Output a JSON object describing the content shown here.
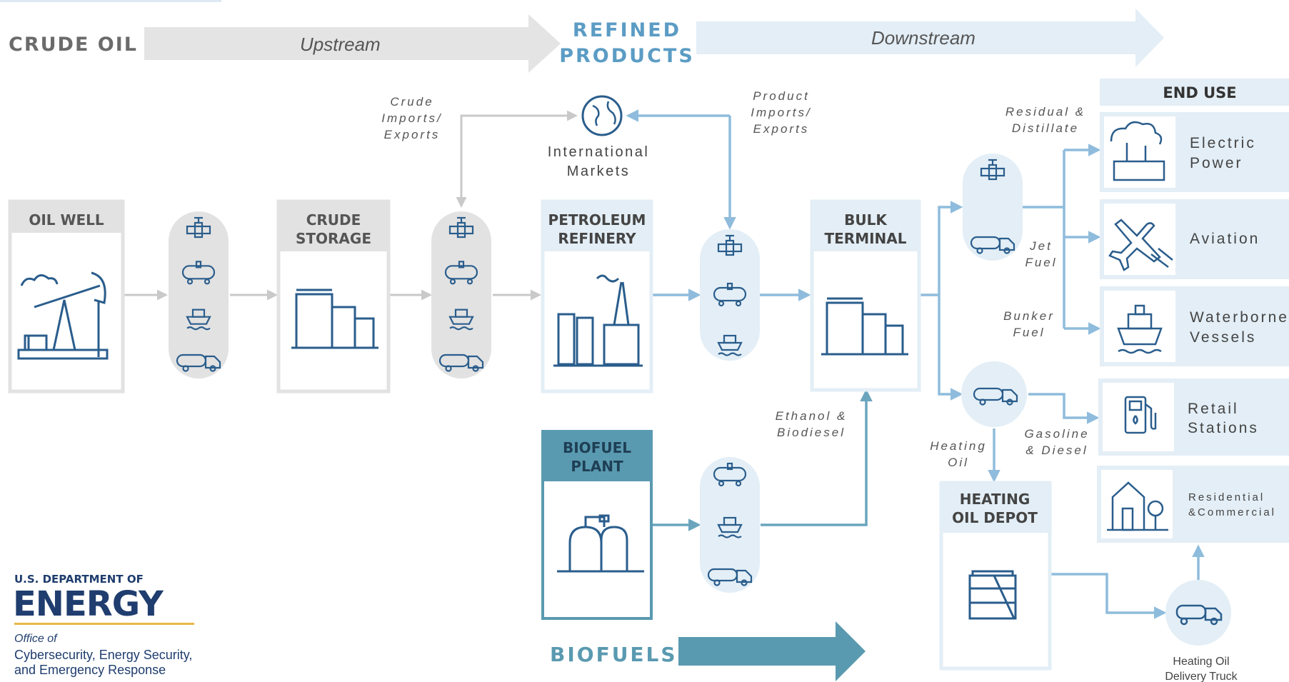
{
  "banner": {
    "crude_oil": "CRUDE OIL",
    "upstream": "Upstream",
    "refined_line1": "REFINED",
    "refined_line2": "PRODUCTS",
    "downstream": "Downstream",
    "biofuels": "BIOFUELS"
  },
  "nodes": {
    "oil_well": "OIL WELL",
    "crude_storage_1": "CRUDE",
    "crude_storage_2": "STORAGE",
    "refinery_1": "PETROLEUM",
    "refinery_2": "REFINERY",
    "bulk_1": "BULK",
    "bulk_2": "TERMINAL",
    "biofuel_1": "BIOFUEL",
    "biofuel_2": "PLANT",
    "heating_depot_1": "HEATING",
    "heating_depot_2": "OIL DEPOT",
    "intl_1": "International",
    "intl_2": "Markets",
    "delivery_truck_1": "Heating Oil",
    "delivery_truck_2": "Delivery Truck"
  },
  "flow_labels": {
    "crude_ie_1": "Crude",
    "crude_ie_2": "Imports/",
    "crude_ie_3": "Exports",
    "product_ie_1": "Product",
    "product_ie_2": "Imports/",
    "product_ie_3": "Exports",
    "residual_1": "Residual &",
    "residual_2": "Distillate",
    "jet_1": "Jet",
    "jet_2": "Fuel",
    "bunker_1": "Bunker",
    "bunker_2": "Fuel",
    "ethanol_1": "Ethanol &",
    "ethanol_2": "Biodiesel",
    "heating_1": "Heating",
    "heating_2": "Oil",
    "gasoline_1": "Gasoline",
    "gasoline_2": "& Diesel"
  },
  "end_use": {
    "header": "END USE",
    "electric_1": "Electric",
    "electric_2": "Power",
    "aviation": "Aviation",
    "water_1": "Waterborne",
    "water_2": "Vessels",
    "retail_1": "Retail",
    "retail_2": "Stations",
    "res_1": "Residential",
    "res_2": "&Commercial"
  },
  "logo": {
    "line1": "U.S. DEPARTMENT OF",
    "line2": "ENERGY",
    "office_1": "Office of",
    "office_2": "Cybersecurity, Energy Security,",
    "office_3": "and Emergency Response"
  },
  "colors": {
    "gray_arrow": "#e4e4e4",
    "gray_text": "#6b6b6b",
    "blue_text": "#5b9cc4",
    "light_blue": "#e3eef6",
    "mid_blue": "#8fbcdc",
    "dark_teal": "#5a9ab0",
    "icon_blue": "#2a5d8c",
    "doe_navy": "#1f3d6e",
    "doe_gold": "#e8b84a"
  }
}
